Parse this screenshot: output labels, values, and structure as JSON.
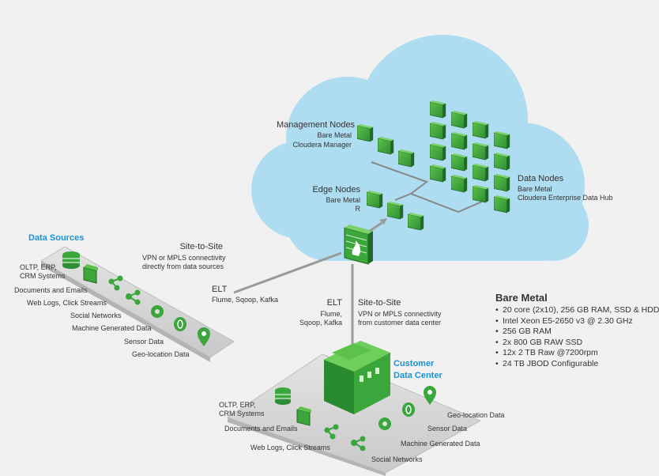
{
  "cloud": {
    "management_nodes": {
      "title": "Management Nodes",
      "line1": "Bare Metal",
      "line2": "Cloudera Manager"
    },
    "edge_nodes": {
      "title": "Edge Nodes",
      "line1": "Bare Metal",
      "line2": "R"
    },
    "data_nodes": {
      "title": "Data Nodes",
      "line1": "Bare Metal",
      "line2": "Cloudera Enterprise Data Hub"
    }
  },
  "data_sources": {
    "title": "Data Sources",
    "items": [
      "OLTP, ERP,",
      "CRM Systems",
      "Documents and Emails",
      "Web Logs, Click Streams",
      "Social Networks",
      "Machine Generated Data",
      "Sensor Data",
      "Geo-location Data"
    ]
  },
  "link_sources": {
    "title": "Site-to-Site",
    "line1": "VPN or MPLS connectivity",
    "line2": "directly from data sources",
    "elt_title": "ELT",
    "elt_sub": "Flume, Sqoop, Kafka"
  },
  "link_datacenter": {
    "title": "Site-to-Site",
    "line1": "VPN or MPLS connectivity",
    "line2": "from customer data center",
    "elt_title": "ELT",
    "elt_sub1": "Flume,",
    "elt_sub2": "Sqoop, Kafka"
  },
  "customer_dc": {
    "title1": "Customer",
    "title2": "Data Center",
    "left_items": [
      "OLTP, ERP,",
      "CRM Systems",
      "Documents and Emails",
      "Web Logs, Click Streams"
    ],
    "right_items": [
      "Geo-location Data",
      "Sensor Data",
      "Machine Generated Data",
      "Social Networks"
    ]
  },
  "bare_metal": {
    "title": "Bare Metal",
    "items": [
      "20 core (2x10), 256 GB RAM, SSD & HDD",
      "Intel Xeon E5-2650 v3 @ 2.30 GHz",
      "256 GB RAM",
      "2x 800 GB RAW SSD",
      "12x 2 TB Raw @7200rpm",
      "24 TB JBOD Configurable"
    ]
  },
  "colors": {
    "cloud": "#aedcf1",
    "node": "#3aa63b",
    "node_dark": "#246f2c",
    "accent_blue": "#1a93d1",
    "platform": "#d4d4d4"
  }
}
